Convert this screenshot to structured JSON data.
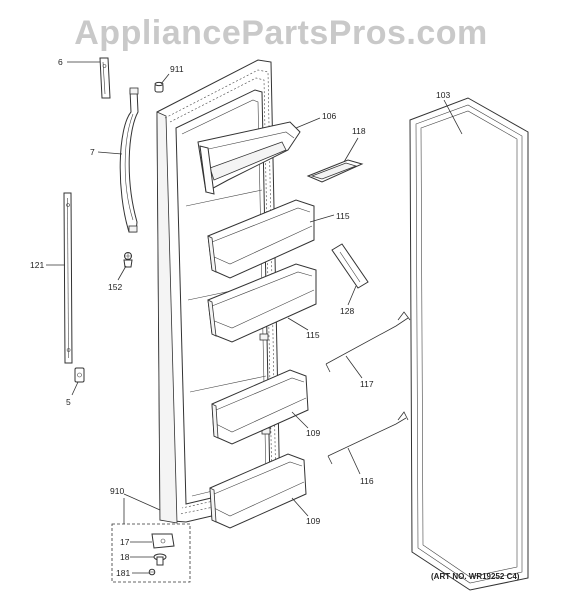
{
  "watermark": "AppliancePartsPros.com",
  "art_number": "(ART NO. WR19252 C4)",
  "callouts": {
    "c6": "6",
    "c911": "911",
    "c7": "7",
    "c121": "121",
    "c152": "152",
    "c5": "5",
    "c106": "106",
    "c118": "118",
    "c115a": "115",
    "c128": "128",
    "c115b": "115",
    "c117": "117",
    "c109a": "109",
    "c116": "116",
    "c109b": "109",
    "c103": "103",
    "c910": "910",
    "c17": "17",
    "c18": "18",
    "c181": "181"
  }
}
